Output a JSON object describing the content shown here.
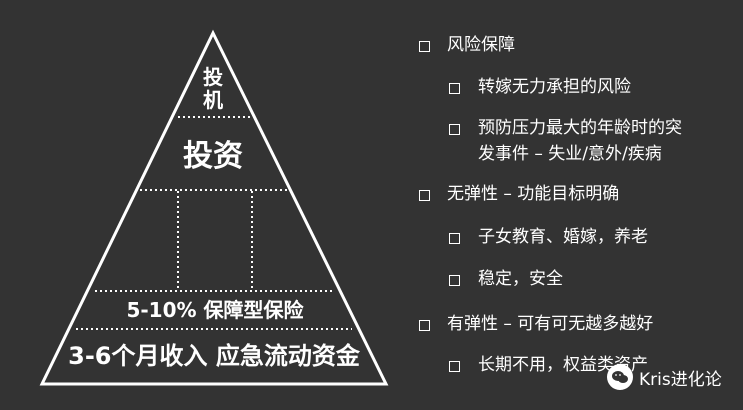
{
  "pyramid": {
    "tier1_line1": "投",
    "tier1_line2": "机",
    "tier2": "投资",
    "tier4": "5-10% 保障型保险",
    "tier5": "3-6个月收入 应急流动资金"
  },
  "bullets": {
    "b1": "风险保障",
    "b1_1": "转嫁无力承担的风险",
    "b1_2_line1": "预防压力最大的年龄时的突",
    "b1_2_line2": "发事件 – 失业/意外/疾病",
    "b2": "无弹性 – 功能目标明确",
    "b2_1": "子女教育、婚嫁，养老",
    "b2_2": "稳定，安全",
    "b3": "有弹性 – 可有可无越多越好",
    "b3_1": "长期不用，权益类资产"
  },
  "watermark": {
    "text": "Kris进化论"
  },
  "colors": {
    "background": "#333333",
    "foreground": "#ffffff"
  }
}
